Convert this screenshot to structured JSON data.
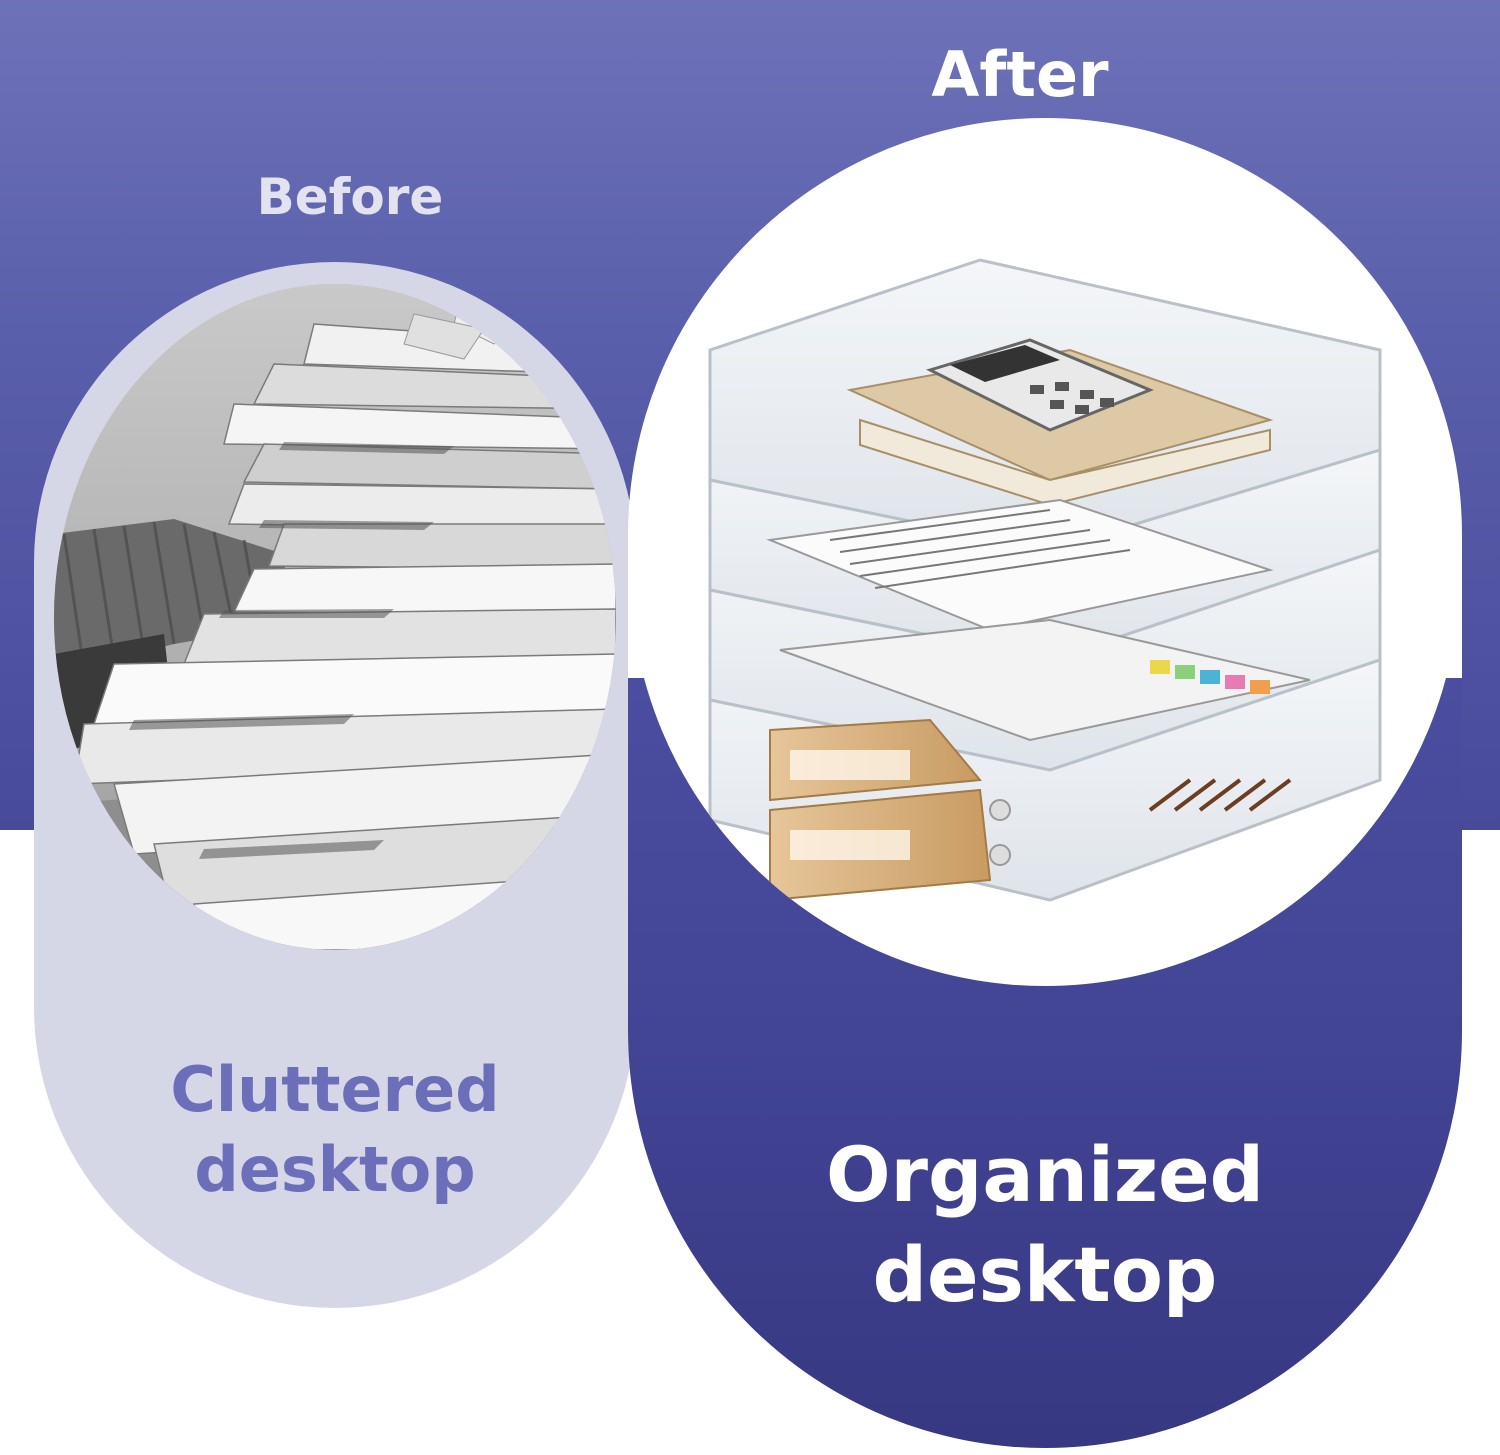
{
  "before": {
    "heading": "Before",
    "caption_line1": "Cluttered",
    "caption_line2": "desktop"
  },
  "after": {
    "heading": "After",
    "caption_line1": "Organized",
    "caption_line2": "desktop"
  },
  "colors": {
    "band_top": "#6d72b8",
    "band_bottom": "#474a99",
    "before_pill": "#d6d7e6",
    "before_caption": "#6b6eb8",
    "after_pill": "#3f4190",
    "white": "#ffffff"
  }
}
